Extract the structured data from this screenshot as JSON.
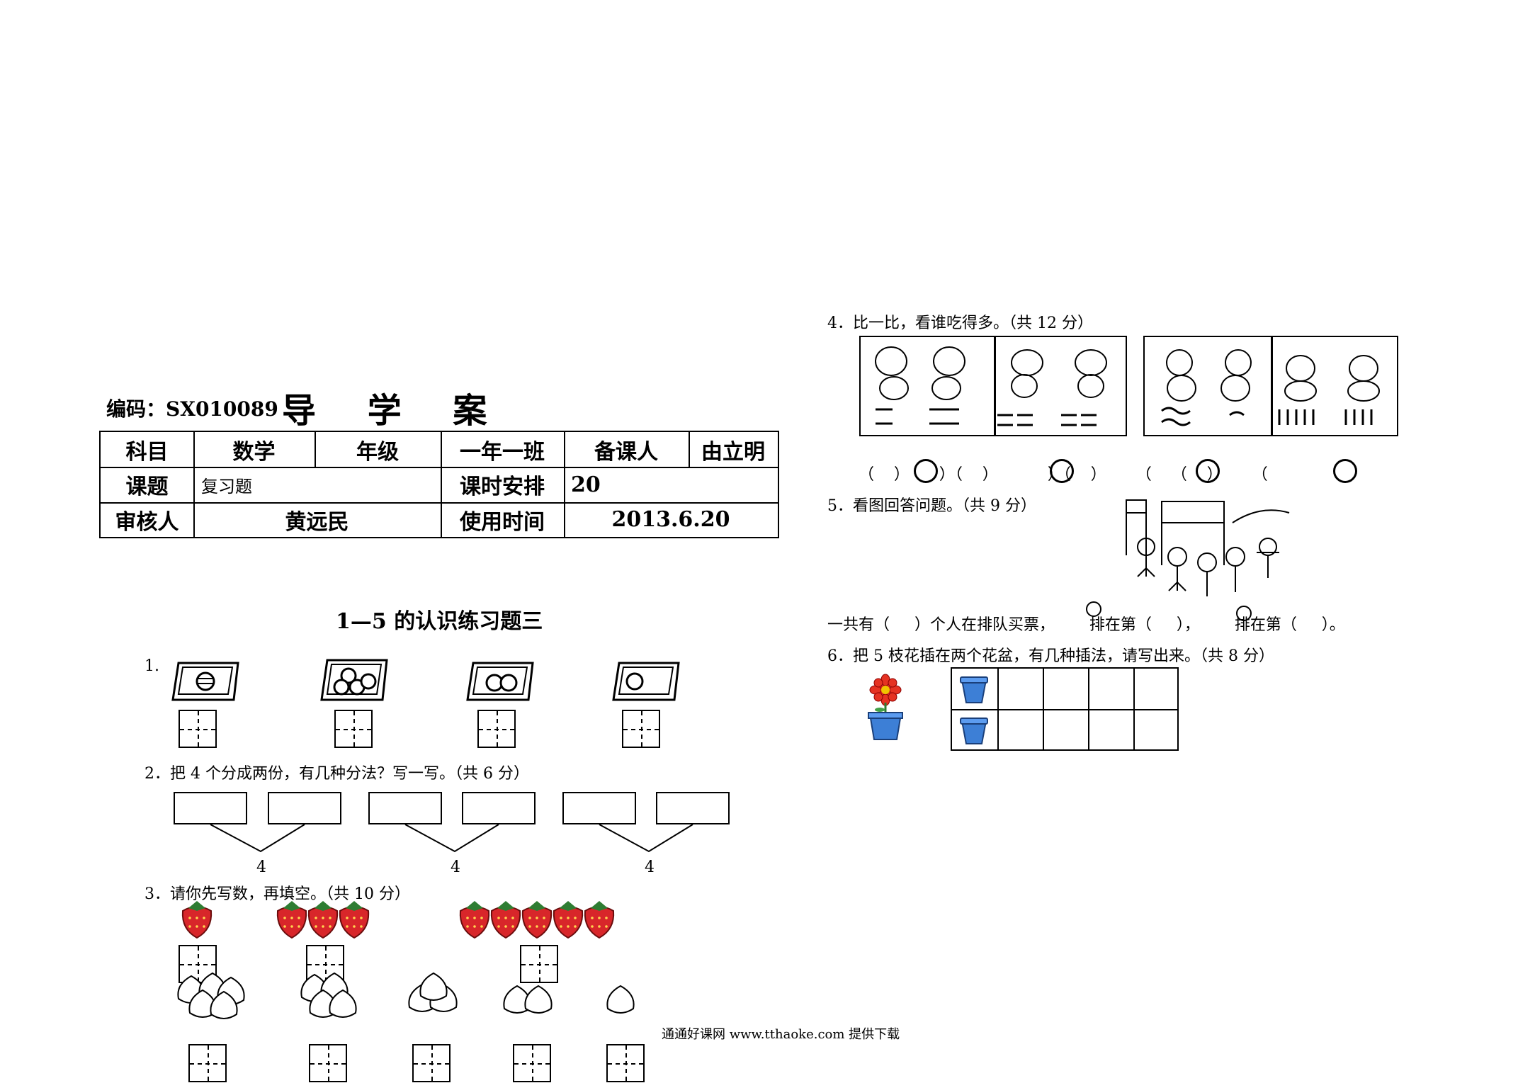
{
  "header": {
    "code_label": "编码：SX010089",
    "title": "导 学 案"
  },
  "info_table": {
    "subject_label": "科目",
    "subject_value": "数学",
    "grade_label": "年级",
    "grade_value": "一年一班",
    "teacher_label": "备课人",
    "teacher_value": "由立明",
    "topic_label": "课题",
    "topic_value": "复习题",
    "hours_label": "课时安排",
    "hours_value": "20",
    "reviewer_label": "审核人",
    "reviewer_value": "黄远民",
    "date_label": "使用时间",
    "date_value": "2013.6.20"
  },
  "worksheet_title": "1—5 的认识练习题三",
  "q1": {
    "label": "1."
  },
  "q2": {
    "label": "2．把 4 个分成两份，有几种分法？写一写。（共 6 分）",
    "totals": [
      "4",
      "4",
      "4"
    ]
  },
  "q3": {
    "label": "3．请你先写数，再填空。（共 10 分）"
  },
  "q4": {
    "label": "4．比一比，看谁吃得多。（共 12 分）",
    "paren_row": "（    ）      ）（    ）          ）（    ）      （    （    ）      （"
  },
  "q5": {
    "label": "5．看图回答问题。（共 9 分）",
    "answer_line": "一共有（     ）个人在排队买票，       排在第（     ），       排在第（     ）。"
  },
  "q6": {
    "label": "6．把 5 枝花插在两个花盆，有几种插法，请写出来。（共 8 分）"
  },
  "footer": "通通好课网  www.tthaoke.com  提供下载"
}
